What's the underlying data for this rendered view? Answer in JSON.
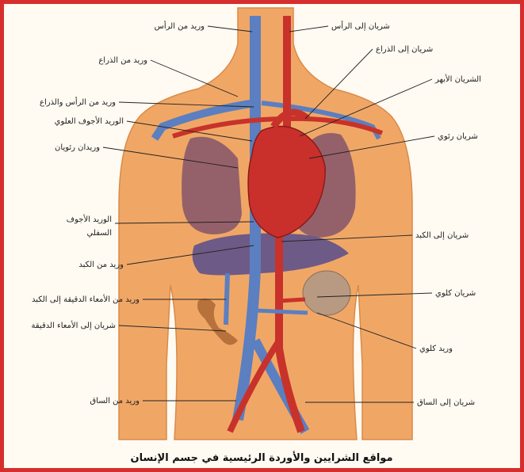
{
  "caption": "مواقع الشرايين والأوردة الرئيسية في جسم الإنسان",
  "labels": {
    "head_vein": "وريد من الرأس",
    "head_artery": "شريان إلى الرأس",
    "arm_vein": "وريد من الذراع",
    "arm_artery": "شريان إلى الذراع",
    "head_arm_vein": "وريد من الرأس والذراع",
    "aorta": "الشريان الأبهر",
    "superior_vena_cava": "الوريد الأجوف العلوي",
    "pulmonary_artery": "شريان رئوي",
    "pulmonary_veins": "وريدان رئويان",
    "inferior_vena_cava_1": "الوريد الأجوف",
    "inferior_vena_cava_2": "السفلي",
    "liver_artery": "شريان إلى الكبد",
    "liver_vein": "وريد من الكبد",
    "intestine_liver_vein": "وريد من الأمعاء الدقيقة إلى الكبد",
    "renal_artery": "شريان كلوي",
    "intestine_artery": "شريان إلى الأمعاء الدقيقة",
    "renal_vein": "وريد كلوي",
    "leg_vein": "وريد من الساق",
    "leg_artery": "شريان إلى الساق"
  },
  "colors": {
    "frame": "#d62d2d",
    "skin": "#f0a766",
    "artery": "#c8322a",
    "vein": "#5b7fc0",
    "lung": "#8a5a6a",
    "heart": "#c9302c",
    "liver": "#6e5a86"
  }
}
